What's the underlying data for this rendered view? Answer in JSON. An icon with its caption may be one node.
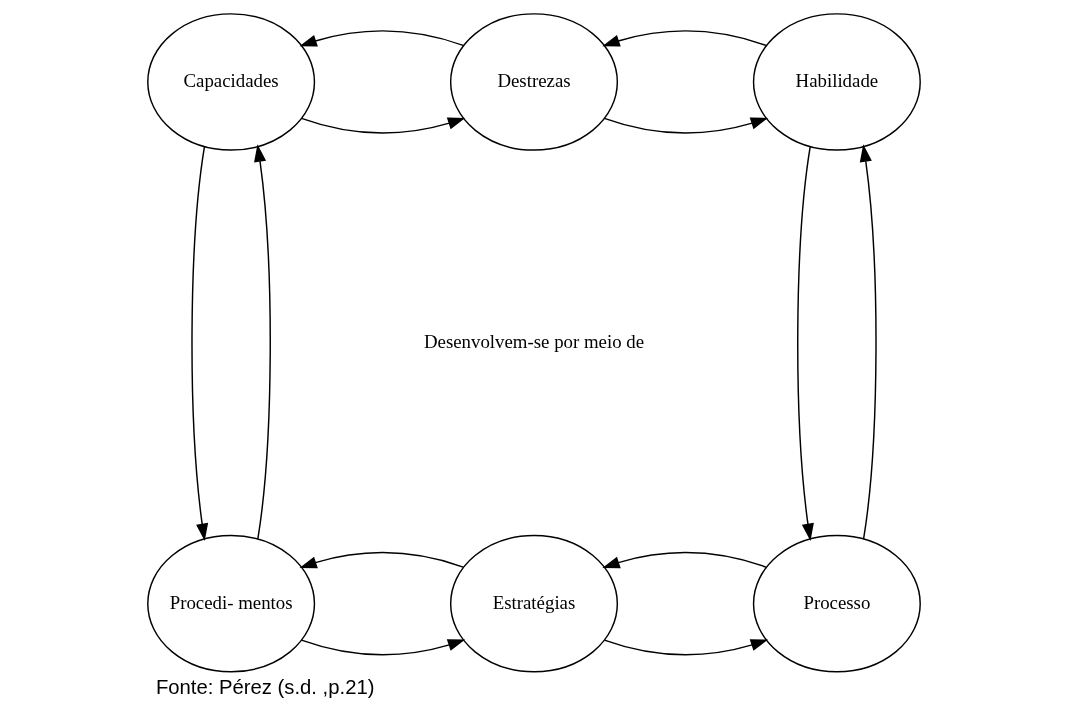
{
  "diagram": {
    "caption": "Fonte: Pérez (s.d. ,p.21)",
    "nodes": [
      {
        "text": [
          "Capacidades"
        ]
      },
      {
        "text": [
          "Destrezas"
        ]
      },
      {
        "text": [
          "Habilidade"
        ]
      },
      {
        "text": [
          "Procedi- mentos"
        ]
      },
      {
        "text": [
          "Estratégias"
        ]
      },
      {
        "text": [
          "Processo"
        ]
      }
    ],
    "edges": [
      {
        "from": 0,
        "to": 1,
        "arrow": "to"
      },
      {
        "from": 1,
        "to": 0,
        "arrow": "to"
      },
      {
        "from": 1,
        "to": 2,
        "arrow": "to"
      },
      {
        "from": 2,
        "to": 1,
        "arrow": "to"
      },
      {
        "from": 0,
        "to": 3,
        "arrow": "to"
      },
      {
        "from": 3,
        "to": 0,
        "arrow": "to"
      },
      {
        "from": 2,
        "to": 5,
        "arrow": "to"
      },
      {
        "from": 5,
        "to": 2,
        "arrow": "to"
      },
      {
        "from": 3,
        "to": 4,
        "arrow": "to"
      },
      {
        "from": 4,
        "to": 3,
        "arrow": "to"
      },
      {
        "from": 4,
        "to": 5,
        "arrow": "to"
      },
      {
        "from": 5,
        "to": 4,
        "arrow": "to"
      }
    ],
    "labels": [
      "Desenvolvem-se por meio de"
    ]
  }
}
